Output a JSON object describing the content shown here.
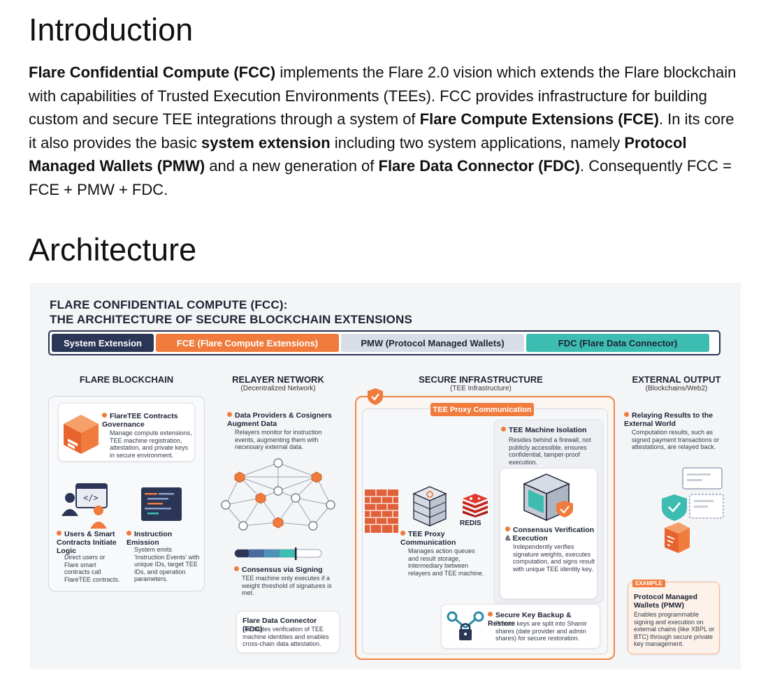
{
  "intro": {
    "heading": "Introduction",
    "segments": [
      {
        "text": "Flare Confidential Compute (FCC)",
        "bold": true
      },
      {
        "text": " implements the Flare 2.0 vision which extends the Flare blockchain with capabilities of Trusted Execution Environments (TEEs). FCC provides infrastructure for building custom and secure TEE integrations through a system of ",
        "bold": false
      },
      {
        "text": "Flare Compute Extensions (FCE)",
        "bold": true
      },
      {
        "text": ". In its core it also provides the basic ",
        "bold": false
      },
      {
        "text": "system extension",
        "bold": true
      },
      {
        "text": " including two system applications, namely ",
        "bold": false
      },
      {
        "text": "Protocol Managed Wallets (PMW)",
        "bold": true
      },
      {
        "text": " and a new generation of ",
        "bold": false
      },
      {
        "text": "Flare Data Connector (FDC)",
        "bold": true
      },
      {
        "text": ". Consequently FCC = FCE + PMW + FDC.",
        "bold": false
      }
    ]
  },
  "architecture": {
    "heading": "Architecture"
  },
  "infographic": {
    "title_line1": "FLARE CONFIDENTIAL COMPUTE (FCC):",
    "title_line2": "THE ARCHITECTURE OF SECURE BLOCKCHAIN EXTENSIONS",
    "legend": [
      {
        "label": "System Extension",
        "bg": "#2b3656",
        "fg": "#ffffff"
      },
      {
        "label": "FCE (Flare Compute Extensions)",
        "bg": "#f07b3c",
        "fg": "#ffffff"
      },
      {
        "label": "PMW (Protocol Managed Wallets)",
        "bg": "#d9dde6",
        "fg": "#1d2433"
      },
      {
        "label": "FDC (Flare Data Connector)",
        "bg": "#3dbdb1",
        "fg": "#1d2433"
      }
    ],
    "columns": {
      "blockchain": {
        "title": "FLARE BLOCKCHAIN"
      },
      "relayer": {
        "title": "RELAYER NETWORK",
        "subtitle": "(Decentralized Network)"
      },
      "secure": {
        "title": "SECURE INFRASTRUCTURE",
        "subtitle": "(TEE Infrastructure)"
      },
      "external": {
        "title": "EXTERNAL OUTPUT",
        "subtitle": "(Blockchains/Web2)"
      }
    },
    "blockchain": {
      "contracts_title": "FlareTEE Contracts Governance",
      "contracts_desc": "Manage compute extensions, TEE machine registration, attestation, and private keys in secure environment.",
      "users_title": "Users & Smart Contracts Initiate Logic",
      "users_desc": "Direct users or Flare smart contracts call FlareTEE contracts.",
      "emission_title": "Instruction Emission",
      "emission_desc": "System emits 'Instruction Events' with unique IDs, target TEE IDs, and operation parameters."
    },
    "relayer": {
      "providers_title": "Data Providers & Cosigners Augment Data",
      "providers_desc": "Relayers monitor for instruction events, augmenting them with necessary external data.",
      "consensus_title": "Consensus via Signing",
      "consensus_desc": "TEE machine only executes if a weight threshold of signatures is met.",
      "fdc_title": "Flare Data Connector (FDC)",
      "fdc_desc": "Facilitates verification of TEE machine identities and enables cross-chain data attestation."
    },
    "secure": {
      "proxy_tag": "TEE Proxy Communication",
      "isolation_title": "TEE Machine Isolation",
      "isolation_desc": "Resides behind a firewall, not publicly accessible, ensures confidential, tamper-proof execution.",
      "redis_label": "REDIS",
      "proxy_title": "TEE Proxy Communication",
      "proxy_desc": "Manages action queues and result storage, intermediary between relayers and TEE machine.",
      "verify_title": "Consensus Verification & Execution",
      "verify_desc": "Independently verifies signature weights, executes computation, and signs result with unique TEE identity key.",
      "backup_title": "Secure Key Backup & Restore",
      "backup_desc": "Private keys are split into Shamir shares (date provider and admin shares) for secure restoration."
    },
    "external": {
      "relay_title": "Relaying Results to the External World",
      "relay_desc": "Computation results, such as signed payment transactions or attestations, are relayed back.",
      "example_tag": "EXAMPLE",
      "pmw_title": "Protocol Managed Wallets (PMW)",
      "pmw_desc": "Enables programmable signing and execution on external chains (like XBPL or BTC) through secure private key management."
    },
    "colors": {
      "orange": "#f07b3c",
      "navy": "#2b3656",
      "teal": "#3dbdb1",
      "brick": "#e0603a"
    }
  }
}
